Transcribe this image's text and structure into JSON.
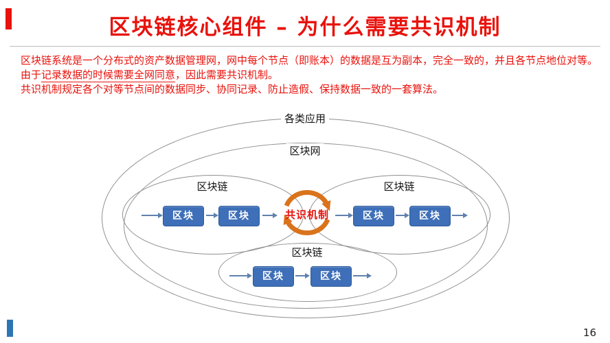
{
  "slide": {
    "title": "区块链核心组件 – 为什么需要共识机制",
    "page_number": "16"
  },
  "intro": {
    "line1": "区块链系统是一个分布式的资产数据管理网，网中每个节点（即账本）的数据是互为副本，完全一致的，并且各节点地位对等。",
    "line2_prefix": "由于",
    "line2_underline": "记录数据的时候需要全网同意",
    "line2_suffix": "，因此需要共识机制。",
    "line3": "共识机制规定各个对等节点间的数据同步、协同记录、防止造假、保持数据一致的一套算法。"
  },
  "diagram": {
    "applications_label": "各类应用",
    "network_label": "区块网",
    "chain_label_left": "区块链",
    "chain_label_right": "区块链",
    "chain_label_bottom": "区块链",
    "consensus_label": "共识机制",
    "block_label": "区块"
  },
  "colors": {
    "title_red": "#e8120c",
    "body_red": "#e8120c",
    "block_blue": "#3e6fb8",
    "arrow_blue": "#5f81ad",
    "consensus_orange": "#d9731c",
    "bottom_bar_blue": "#2e75b6"
  }
}
